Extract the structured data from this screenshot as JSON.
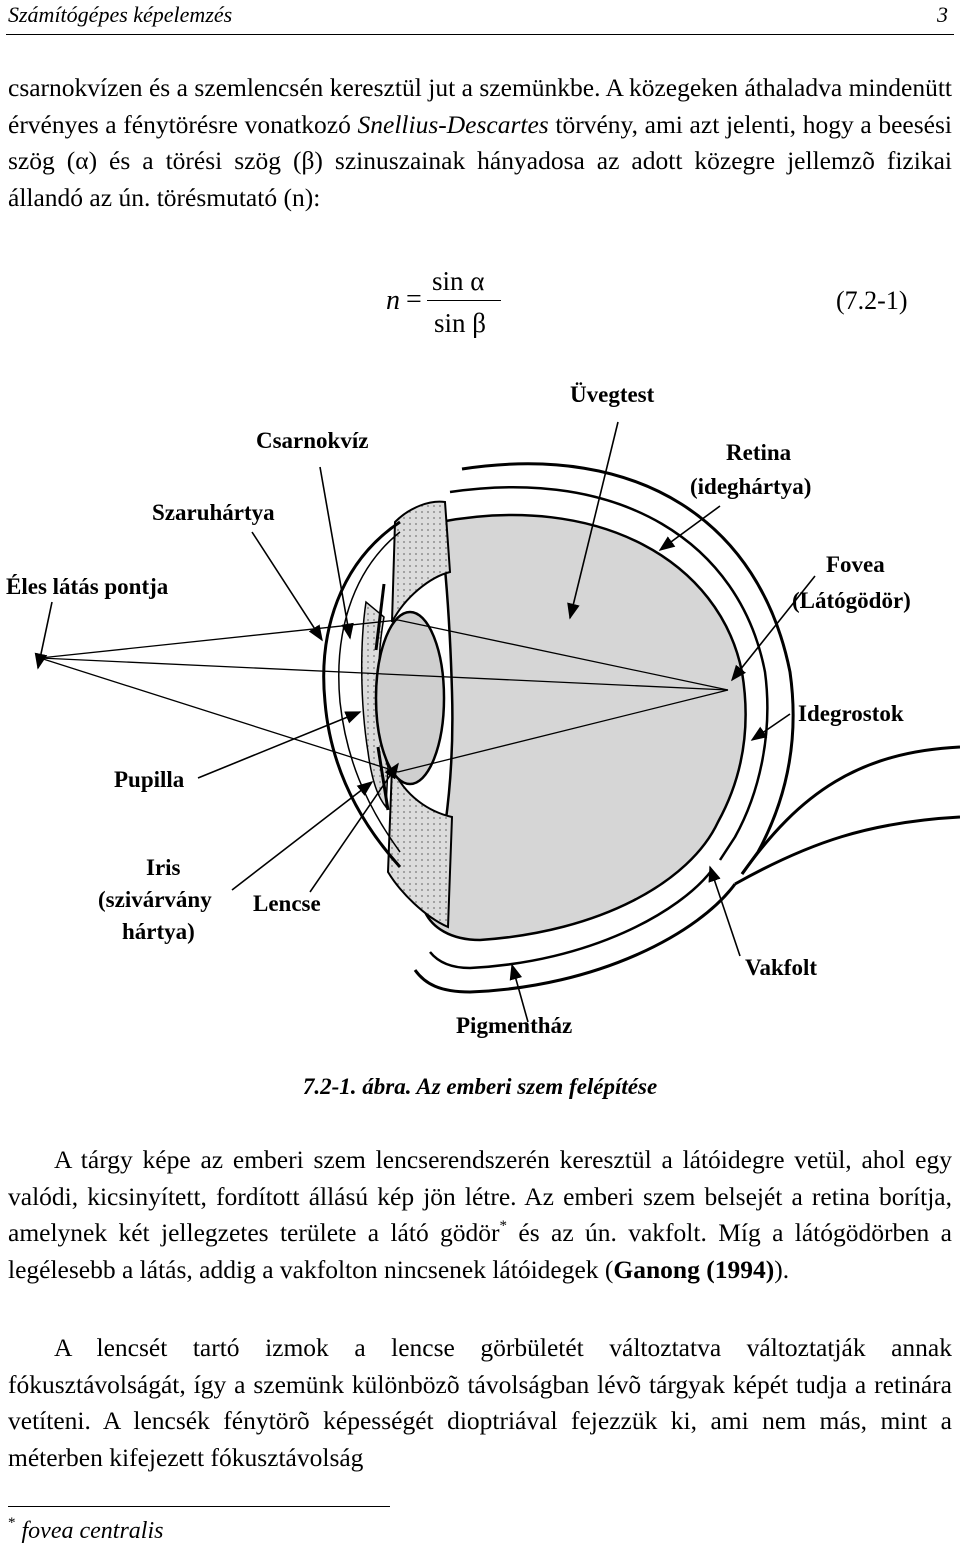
{
  "header": {
    "title": "Számítógépes képelemzés",
    "page_number": "3"
  },
  "p1": {
    "text1": "csarnokvízen és a szemlencsén keresztül jut a szemünkbe. A közegeken áthaladva mindenütt érvényes a fénytörésre vonatkozó ",
    "law_name": "Snellius-Descartes",
    "text2": " törvény, ami azt jelenti, hogy a beesési szög (α) és a törési szög (β) szinuszainak hányadosa az adott közegre jellemzõ fizikai állandó az ún. törésmutató (n):"
  },
  "formula": {
    "lhs": "n",
    "eq": "=",
    "numerator": "sin α",
    "denominator": "sin β",
    "tag": "(7.2-1)"
  },
  "figure": {
    "labels": {
      "uvegtest": "Üvegtest",
      "csarnokviz": "Csarnokvíz",
      "retina_1": "Retina",
      "retina_2": "(ideghártya)",
      "szaruhartya": "Szaruhártya",
      "eles_latas": "Éles látás pontja",
      "fovea_1": "Fovea",
      "fovea_2": "(Látógödör)",
      "idegrostok": "Idegrostok",
      "pupilla": "Pupilla",
      "iris_1": "Iris",
      "iris_2": "(szivárvány",
      "iris_3": "hártya)",
      "lencse": "Lencse",
      "vakfolt": "Vakfolt",
      "pigmentham": "Pigmentház"
    },
    "caption": "7.2-1. ábra. Az emberi szem felépítése"
  },
  "p2": {
    "text1": "A tárgy képe az emberi szem lencserendszerén keresztül a látóidegre vetül, ahol egy valódi, kicsinyített, fordított állású kép jön létre. Az emberi szem belsejét a retina borítja, amelynek két jellegzetes területe a látó gödör",
    "footnote_mark": "*",
    "text2": " és az ún. vakfolt. Míg a látógödörben a legélesebb a látás, addig a vakfolton nincsenek látóidegek (",
    "citation": "Ganong (1994)",
    "text3": ")."
  },
  "p3": {
    "text": "A lencsét tartó izmok a lencse görbületét változtatva változtatják annak fókusztávolságát, így a szemünk különbözõ távolságban lévõ tárgyak képét tudja a retinára vetíteni. A lencsék fénytörõ képességét dioptriával fejezzük ki, ami nem más, mint a méterben kifejezett fókusztávolság"
  },
  "footnote": {
    "mark": "*",
    "text": "fovea centralis"
  }
}
